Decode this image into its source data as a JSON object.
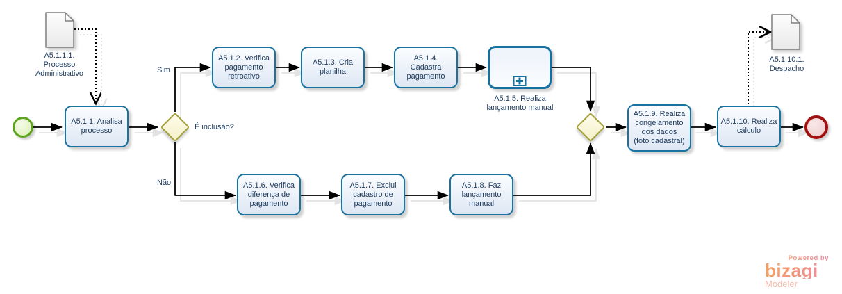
{
  "diagram": {
    "nodes": {
      "task_a5_1_1": {
        "label": "A5.1.1. Analisa\nprocesso"
      },
      "task_a5_1_2": {
        "label": "A5.1.2. Verifica\npagamento\nretroativo"
      },
      "task_a5_1_3": {
        "label": "A5.1.3. Cria\nplanilha"
      },
      "task_a5_1_4": {
        "label": "A5.1.4.\nCadastra\npagamento"
      },
      "subprocess_a5_1_5": {
        "label": "A5.1.5. Realiza\nlançamento manual"
      },
      "task_a5_1_6": {
        "label": "A5.1.6. Verifica\ndiferença de\npagamento"
      },
      "task_a5_1_7": {
        "label": "A5.1.7. Exclui\ncadastro de\npagamento"
      },
      "task_a5_1_8": {
        "label": "A5.1.8. Faz\nlançamento\nmanual"
      },
      "task_a5_1_9": {
        "label": "A5.1.9. Realiza\ncongelamento\ndos dados\n(foto cadastral)"
      },
      "task_a5_1_10": {
        "label": "A5.1.10. Realiza\ncálculo"
      },
      "gateway_inclusao": {
        "label": "É inclusão?"
      },
      "doc_a5_1_1_1": {
        "label": "A5.1.1.1.\nProcesso\nAdministrativo"
      },
      "doc_a5_1_10_1": {
        "label": "A5.1.10.1.\nDespacho"
      }
    },
    "edge_labels": {
      "yes": "Sim",
      "no": "Não"
    },
    "colors": {
      "task_border": "#1a72a1",
      "task_fill_bottom": "#dde7f3",
      "gateway_border": "#a3a038",
      "gateway_fill": "#f8f5d8",
      "start_event_border": "#5ca41c",
      "start_event_fill": "#e3f3c6",
      "end_event_border": "#a21010",
      "end_event_fill": "#f1d3d3",
      "connector": "#000000",
      "text": "#1d3b5f",
      "logo_orange": "#f4a05e",
      "logo_pink": "#ee8a9f",
      "logo_modeler": "#f6b9a9"
    },
    "branding": {
      "powered_by": "Powered by",
      "brand": "bizagi",
      "product": "Modeler"
    }
  }
}
